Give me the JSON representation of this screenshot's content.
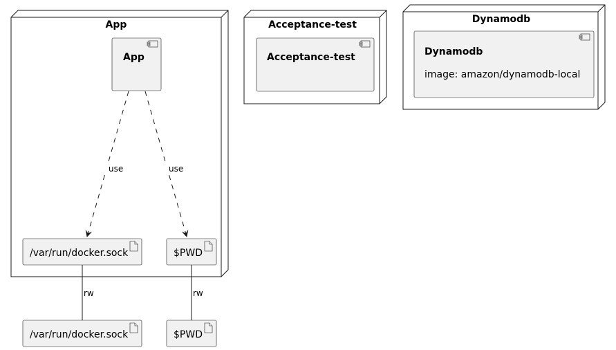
{
  "nodes": {
    "app": {
      "title": "App",
      "component": "App",
      "artifact_sock": "/var/run/docker.sock",
      "artifact_pwd": "$PWD"
    },
    "acceptance": {
      "title": "Acceptance-test",
      "component": "Acceptance-test"
    },
    "dynamodb": {
      "title": "Dynamodb",
      "component": "Dynamodb",
      "image": "image: amazon/dynamodb-local"
    }
  },
  "host_artifacts": {
    "sock": "/var/run/docker.sock",
    "pwd": "$PWD"
  },
  "edges": {
    "app_to_sock": "use",
    "app_to_pwd": "use",
    "sock_rw": "rw",
    "pwd_rw": "rw"
  }
}
